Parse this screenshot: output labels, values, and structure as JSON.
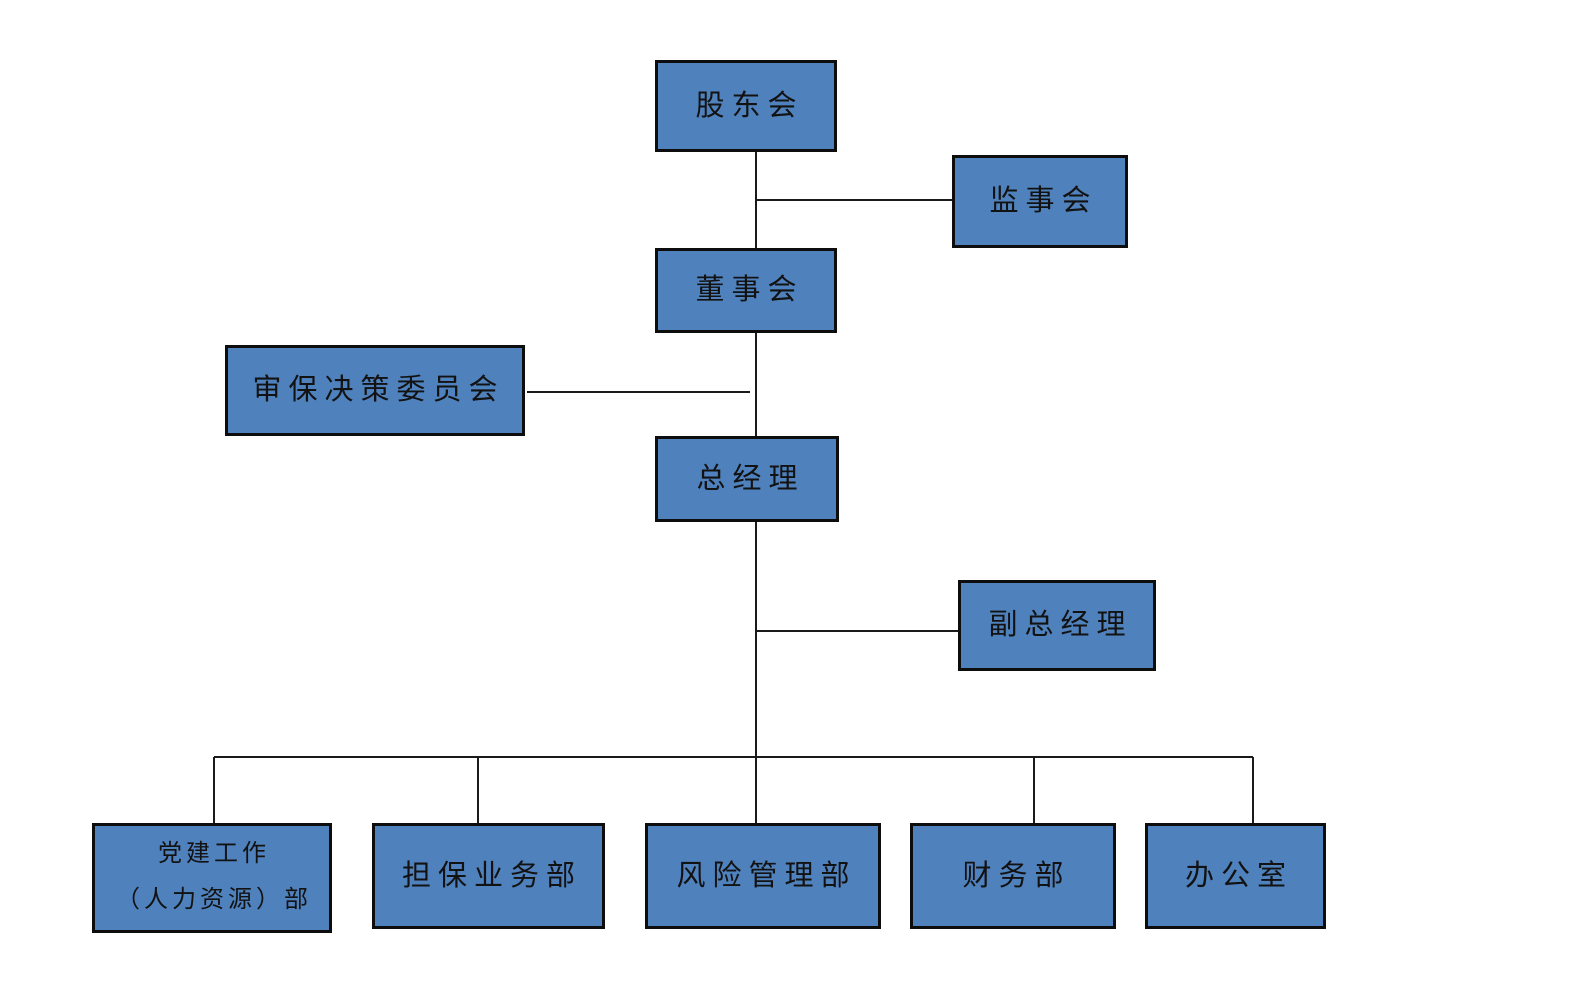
{
  "colors": {
    "box_fill": "#4f81bd",
    "box_border": "#0d0d0d",
    "line": "#1a1a1a",
    "text": "#121212",
    "background": "#ffffff"
  },
  "chart_data": {
    "type": "org-chart",
    "nodes": [
      {
        "id": "shareholders",
        "label": "股东会",
        "parent": null
      },
      {
        "id": "supervisory",
        "label": "监事会",
        "parent": "shareholders"
      },
      {
        "id": "board",
        "label": "董事会",
        "parent": "shareholders"
      },
      {
        "id": "committee",
        "label": "审保决策委员会",
        "parent": "board"
      },
      {
        "id": "general_manager",
        "label": "总经理",
        "parent": "board"
      },
      {
        "id": "deputy_general_manager",
        "label": "副总经理",
        "parent": "general_manager"
      },
      {
        "id": "party_hr_dept",
        "label": "党建工作（人力资源）部",
        "parent": "general_manager"
      },
      {
        "id": "guarantee_dept",
        "label": "担保业务部",
        "parent": "general_manager"
      },
      {
        "id": "risk_dept",
        "label": "风险管理部",
        "parent": "general_manager"
      },
      {
        "id": "finance_dept",
        "label": "财务部",
        "parent": "general_manager"
      },
      {
        "id": "office",
        "label": "办公室",
        "parent": "general_manager"
      }
    ]
  },
  "nodes": {
    "shareholders": {
      "label": "股东会"
    },
    "supervisory": {
      "label": "监事会"
    },
    "board": {
      "label": "董事会"
    },
    "committee": {
      "label": "审保决策委员会"
    },
    "general_manager": {
      "label": "总经理"
    },
    "deputy_general_manager": {
      "label": "副总经理"
    },
    "party_hr_dept": {
      "label_line1": "党建工作",
      "label_line2": "（人力资源）部"
    },
    "guarantee_dept": {
      "label": "担保业务部"
    },
    "risk_dept": {
      "label": "风险管理部"
    },
    "finance_dept": {
      "label": "财务部"
    },
    "office": {
      "label": "办公室"
    }
  }
}
